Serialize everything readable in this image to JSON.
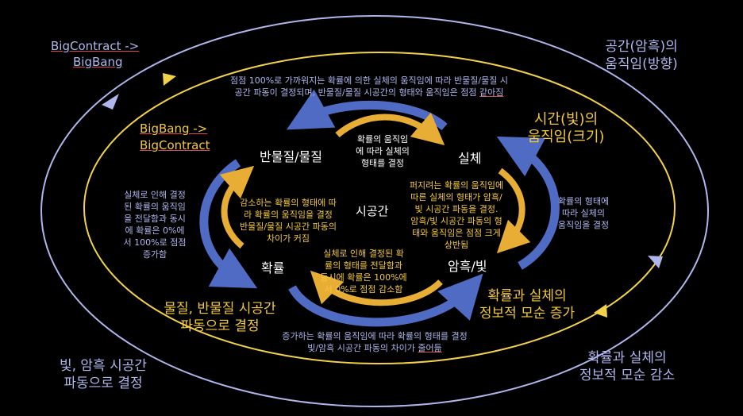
{
  "corner_labels": {
    "top_left_line1": "BigContract ->",
    "top_left_line2": "BigBang",
    "inner_left_line1": "BigBang ->",
    "inner_left_line2": "BigContract",
    "top_right": "공간(암흑)의\n움직임(방향)",
    "inner_right": "시간(빛)의\n움직임(크기)",
    "bottom_left_outer": "빛, 암흑 시공간\n파동으로 결정",
    "bottom_left_inner": "물질, 반물질 시공간\n파동으로 결정",
    "bottom_right_inner": "확률과 실체의\n정보적 모순 증가",
    "bottom_right_outer": "확률과 실체의\n정보적 모순 감소"
  },
  "nodes": {
    "antimatter": "반물질/물질",
    "entity": "실체",
    "probability": "확률",
    "darklight": "암흑/빛",
    "spacetime": "시공간"
  },
  "texts": {
    "top_band_1": "점점 100%로 가까워지는 확률에 의한 실체의 움직임에 따라 반물질/물질 시",
    "top_band_2": "공간 파동이 결정되며, 반물질/물질 시공간의 형태와 움직임은 점점 ",
    "top_band_2_link": "같아짐",
    "top_arc": "확률의 움직임\n에 따라 실체의\n형태를 결정",
    "center_left": "감소하는 확률의 형태에 따\n라 확률의 움직임을 결정\n반물질/물질 시공간 파동의\n차이가 커짐",
    "center_right": "퍼지려는 확률의 움직임에\n따른 실체의 형태가 암흑/\n빛 시공간 파동을 결정.\n암흑/빛 시공간 파동의 형\n태와 움직임은 점점 크게\n상반됨",
    "bottom_arc": "실체로 인해 결정된 확\n률의 형태를 전달함과\n동시에 확률은 100%에\n서 0%로 점점 감소함",
    "left_side": "실체로 인해 결정\n된 확률의 움직임\n을 전달함과 동시\n에 확률은 0%에\n서 100%로 점점\n증가함",
    "right_side": "확률의 형태에\n따라 실체의\n움직임을 결정",
    "bottom_band_1": "증가하는 확률의 움직임에 따라 확률의 형태를 결정",
    "bottom_band_2": "빛/암흑 시공간 파동의 차이가 ",
    "bottom_band_2_link": "줄어듦"
  },
  "colors": {
    "background": "#000000",
    "outer_ellipse": "#aeb6ec",
    "inner_ellipse": "#f3d24a",
    "blue_arrow": "#4f6bc4",
    "gold_arrow": "#e7ad34",
    "yellow_text": "#f3c93c",
    "lavender_text": "#aeb6ec"
  }
}
